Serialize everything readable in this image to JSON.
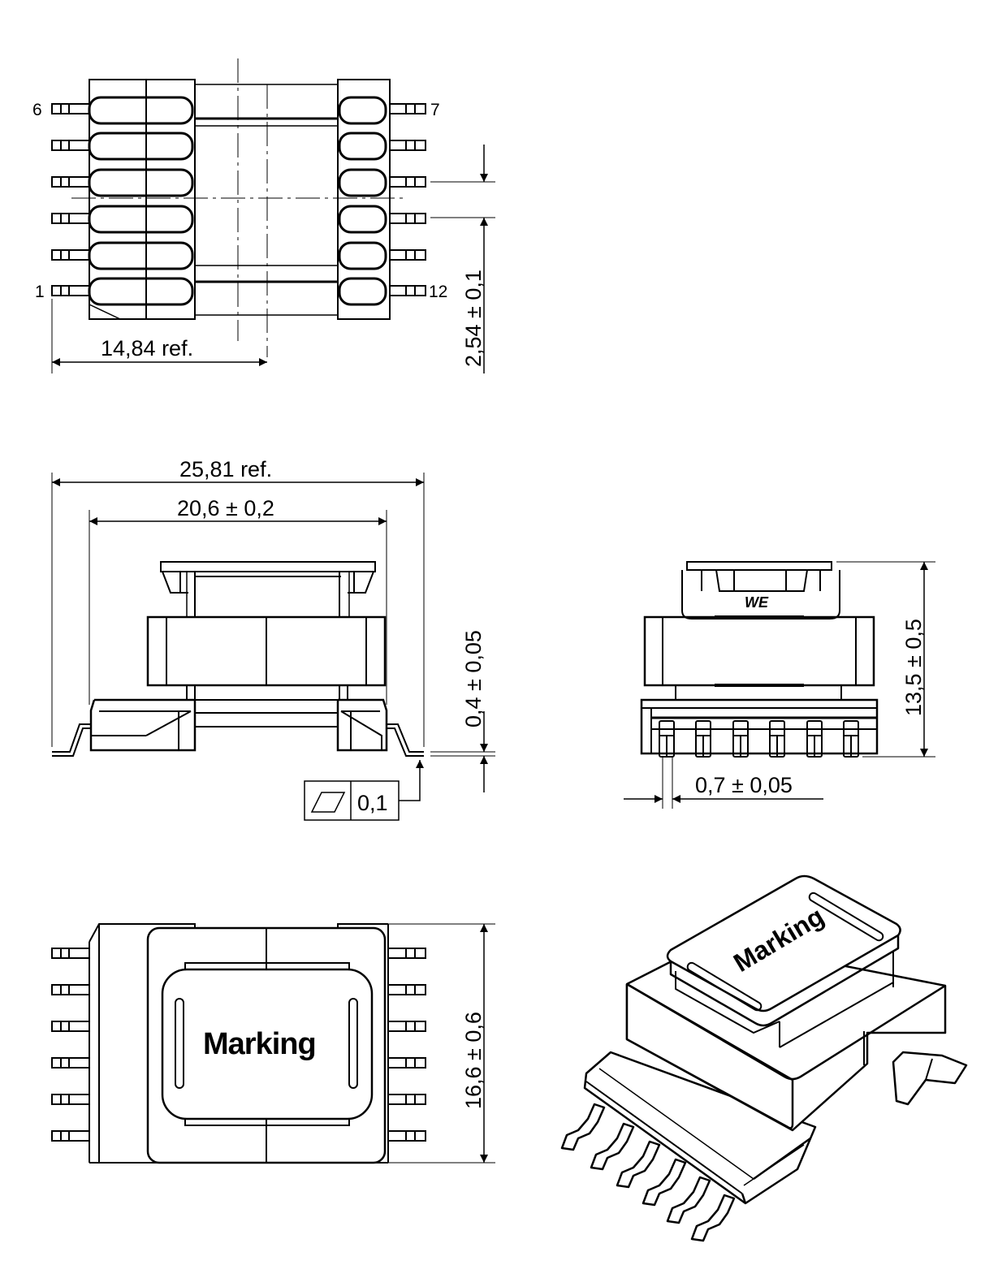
{
  "pins": {
    "pin6": "6",
    "pin7": "7",
    "pin1": "1",
    "pin12": "12"
  },
  "dimensions": {
    "d_width_ref": "14,84  ref.",
    "d_pitch": "2,54 ± 0,1",
    "d_overall_ref": "25,81  ref.",
    "d_body": "20,6  ± 0,2",
    "d_standoff": "0,4 ± 0,05",
    "d_height": "13,5 ± 0,5",
    "d_pin_width": "0,7  ± 0,05",
    "d_length": "16,6 ± 0,6"
  },
  "tolerance": {
    "value": "0,1",
    "symbol": "flatness-icon"
  },
  "marking": {
    "top_label": "Marking",
    "iso_label": "Marking"
  },
  "logo": {
    "text": "WE"
  },
  "colors": {
    "line": "#000000",
    "background": "#ffffff"
  }
}
